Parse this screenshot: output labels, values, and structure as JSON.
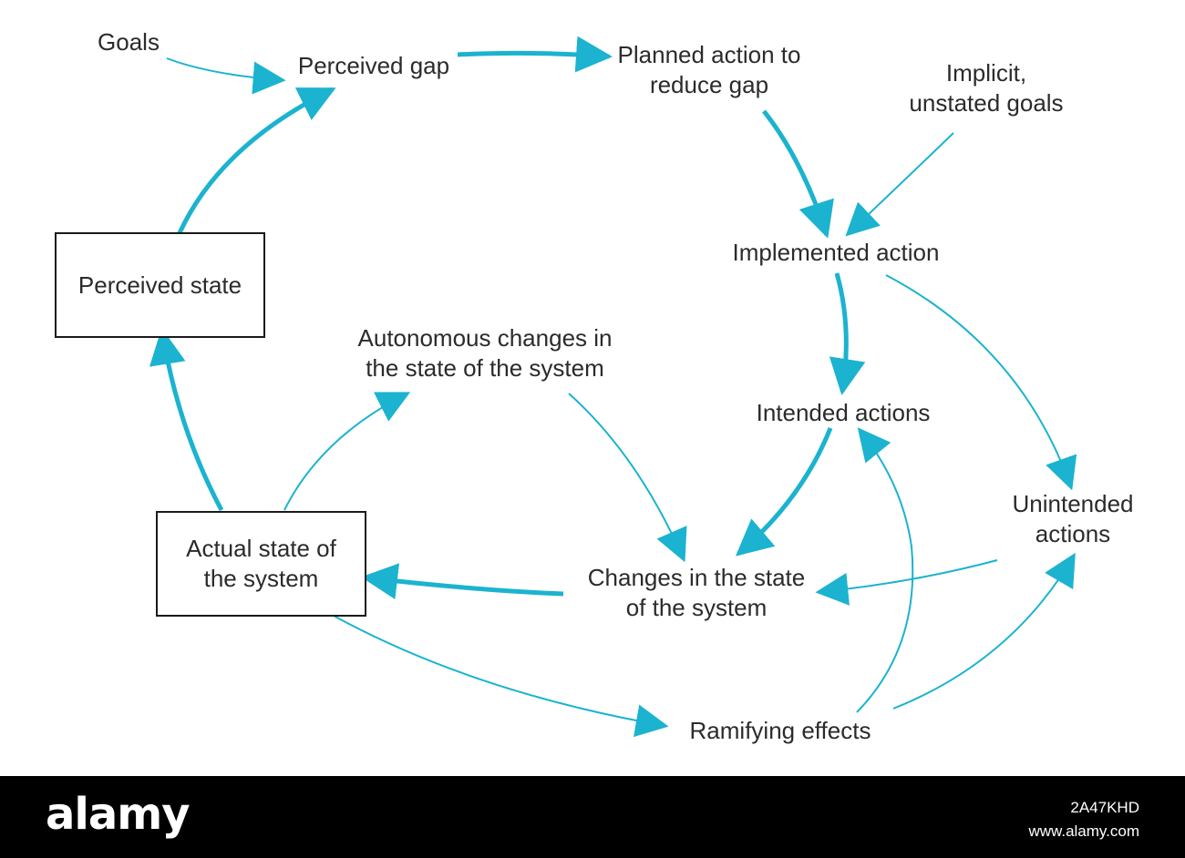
{
  "nodes": {
    "goals": "Goals",
    "perceived_gap": "Perceived gap",
    "planned_action": [
      "Planned action to",
      "reduce gap"
    ],
    "implicit_goals": [
      "Implicit,",
      "unstated goals"
    ],
    "implemented_action": "Implemented action",
    "perceived_state": "Perceived state",
    "autonomous_changes": [
      "Autonomous changes in",
      "the state of the system"
    ],
    "intended_actions": "Intended actions",
    "unintended_actions": [
      "Unintended",
      "actions"
    ],
    "actual_state": [
      "Actual state of",
      "the system"
    ],
    "changes_in_state": [
      "Changes in the state",
      "of the system"
    ],
    "ramifying_effects": "Ramifying effects"
  },
  "footer": {
    "brand": "alamy",
    "image_id": "2A47KHD",
    "site": "www.alamy.com"
  },
  "colors": {
    "arrow": "#1bb3cf",
    "text": "#2b2b2b",
    "box_border": "#1a1a1a",
    "footer_bg": "#000000"
  }
}
